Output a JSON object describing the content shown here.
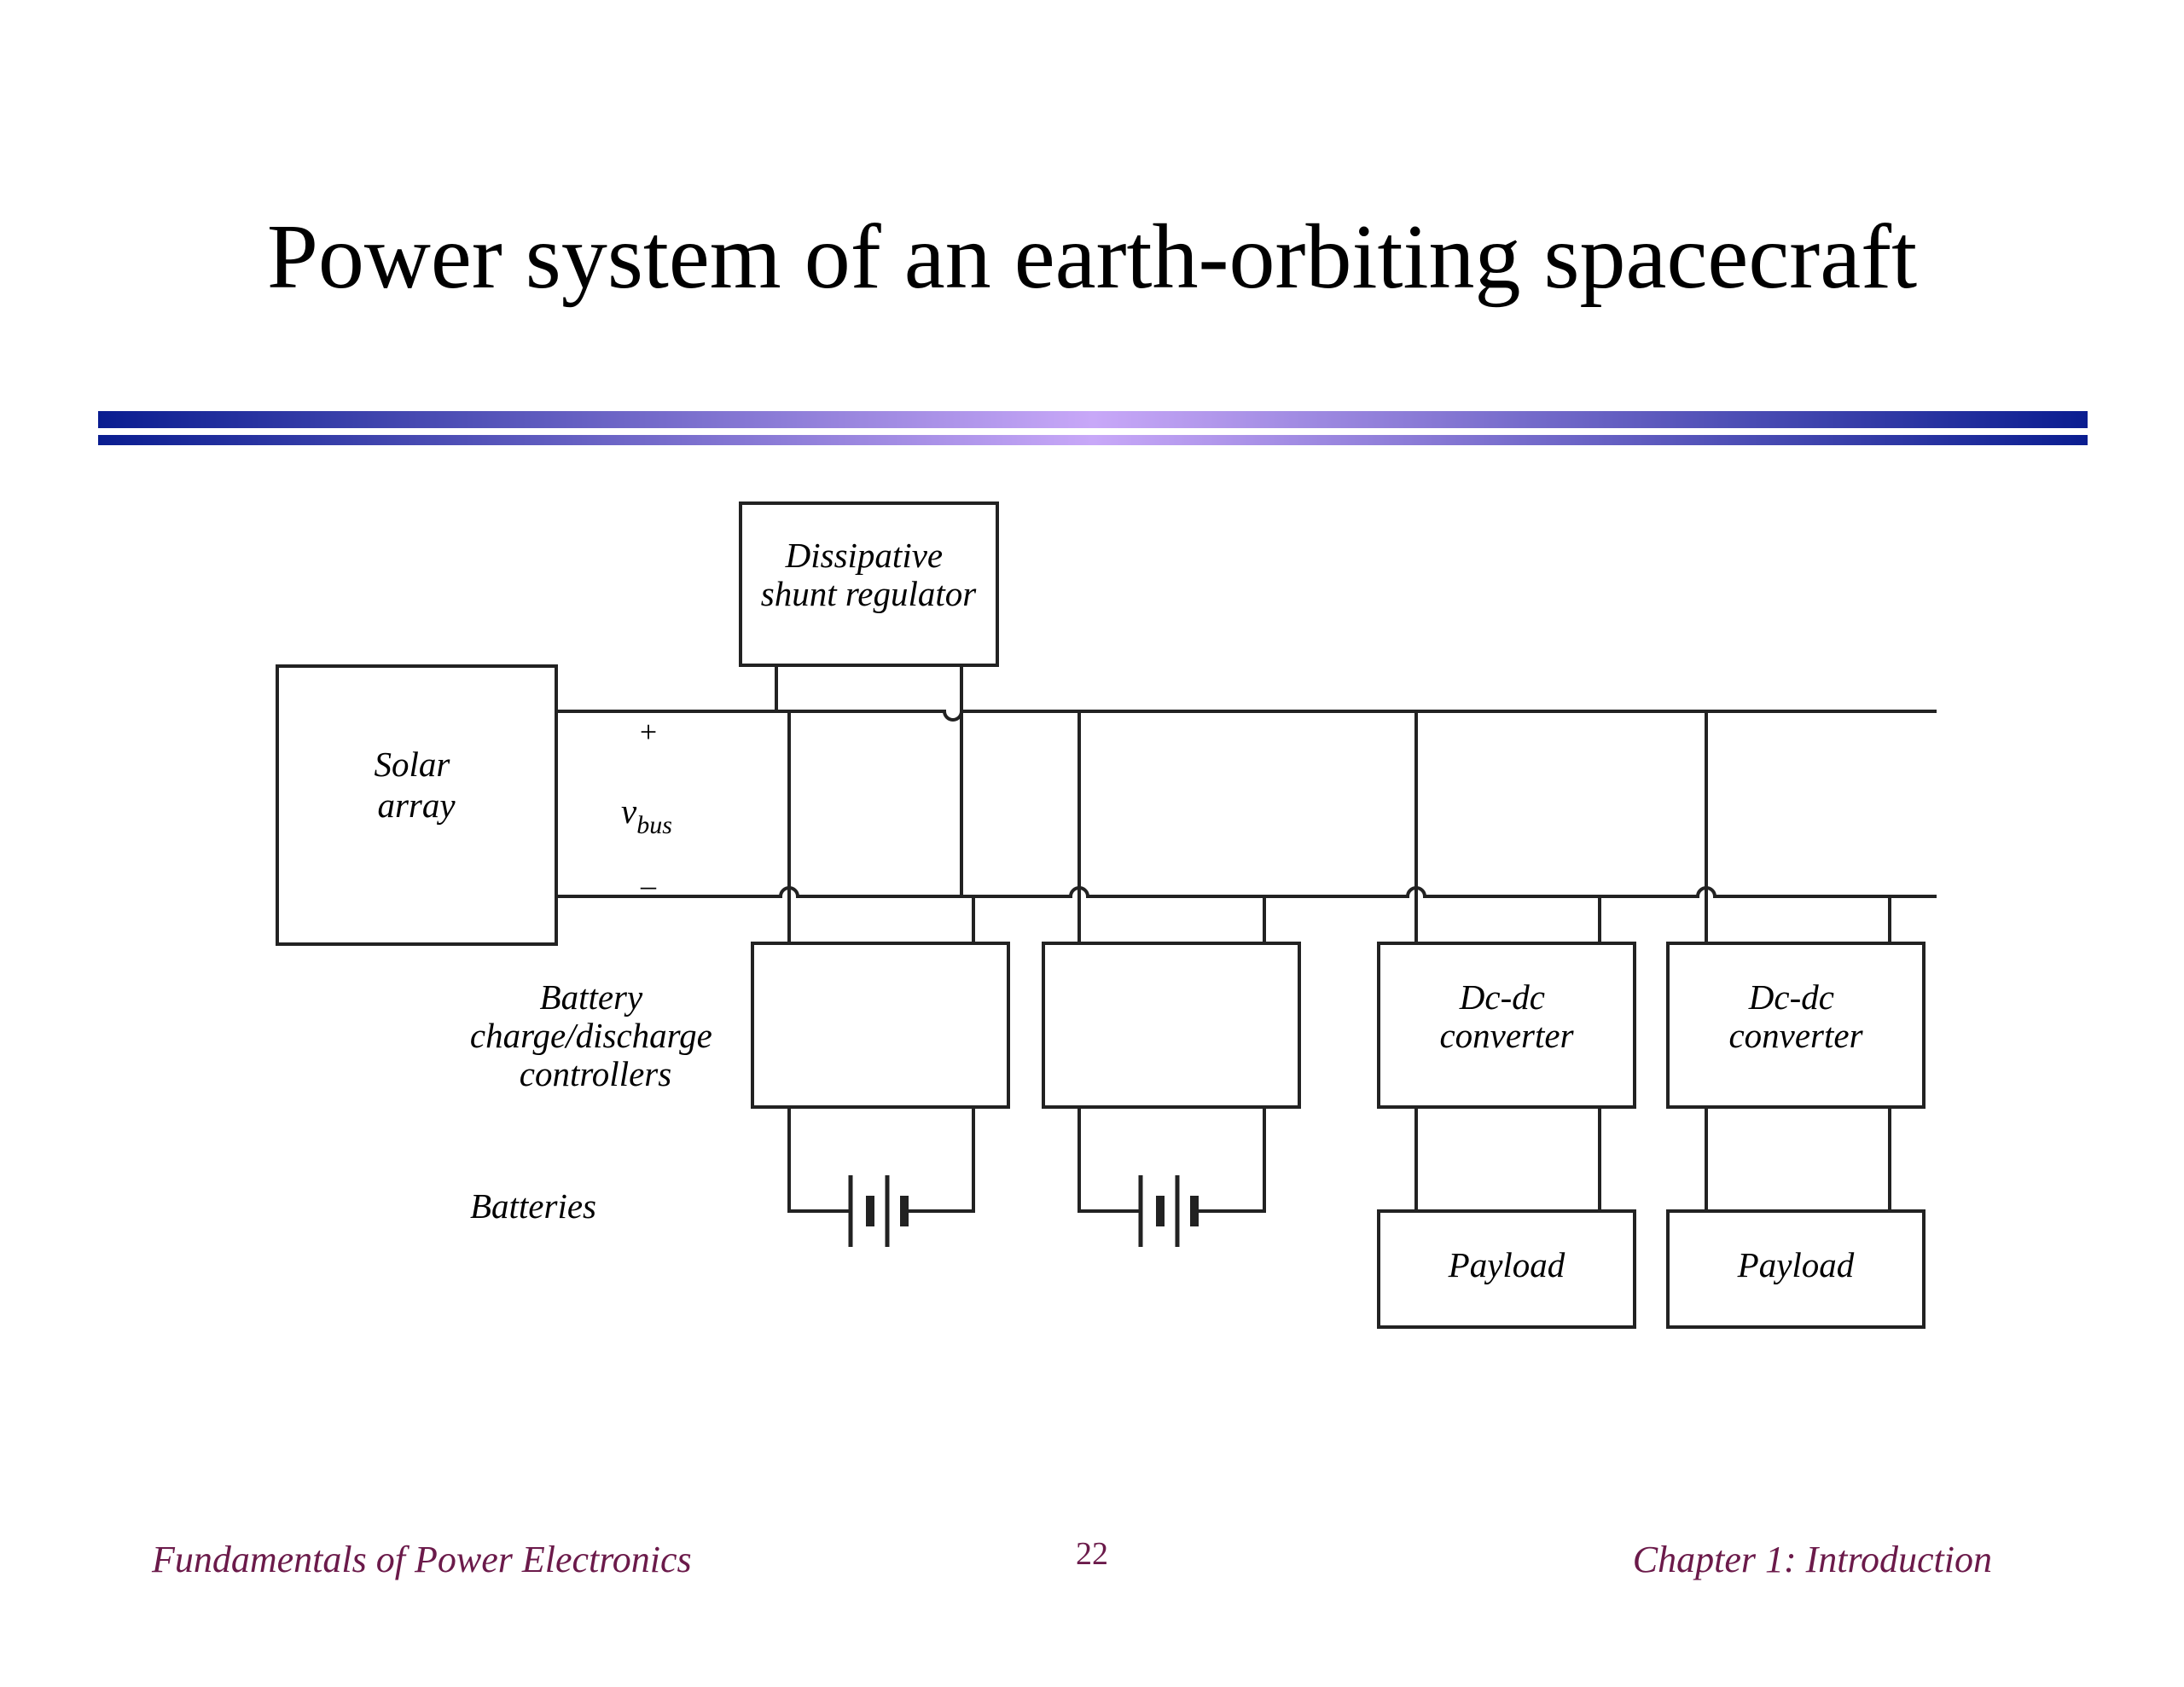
{
  "slide": {
    "title": "Power system of an earth-orbiting spacecraft",
    "footer_left": "Fundamentals of Power Electronics",
    "page_number": "22",
    "footer_right": "Chapter 1: Introduction",
    "accent_dark": "#0a1d90",
    "accent_light": "#c8a8f8",
    "footer_color": "#6b1a4a"
  },
  "diagram": {
    "solar_array": [
      "Solar",
      "array"
    ],
    "shunt_regulator": [
      "Dissipative",
      "shunt regulator"
    ],
    "bus_plus": "+",
    "bus_minus": "–",
    "bus_voltage": "v",
    "bus_voltage_sub": "bus",
    "controllers_label": [
      "Battery",
      "charge/discharge",
      "controllers"
    ],
    "batteries_label": "Batteries",
    "converter_1": [
      "Dc-dc",
      "converter"
    ],
    "converter_2": [
      "Dc-dc",
      "converter"
    ],
    "payload_1": "Payload",
    "payload_2": "Payload"
  }
}
